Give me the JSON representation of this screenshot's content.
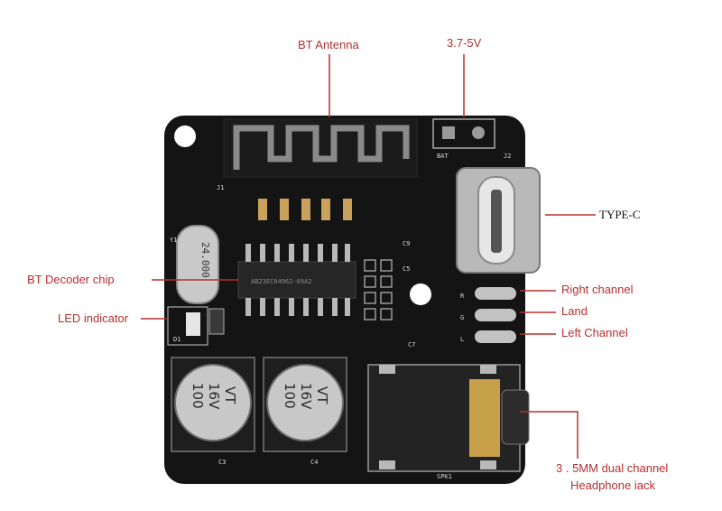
{
  "diagram": {
    "colors": {
      "label": "#b5302f",
      "type_c_label": "#111111",
      "leader": "#b5302f",
      "board": "#141414",
      "copper": "#8a8a8a"
    },
    "labels": {
      "bt_antenna": "BT Antenna",
      "power": "3.7-5V",
      "type_c": "TYPE-C",
      "bt_decoder_chip": "BT Decoder chip",
      "right_channel": "Right channel",
      "led_indicator": "LED indicator",
      "land": "Land",
      "left_channel": "Left Channel",
      "jack_line1": "3 . 5MM dual channel",
      "jack_line2": "Headphone iack"
    },
    "components": {
      "crystal_marking": "24.000",
      "cap_left": [
        "100",
        "16V",
        "VT"
      ],
      "cap_right": [
        "100",
        "16V",
        "VT"
      ],
      "chip_marking": "AB23EC04962-69A2",
      "silk": {
        "j1": "J1",
        "j2": "J2",
        "bat": "BAT",
        "y1": "Y1",
        "c9": "C9",
        "c5": "C5",
        "c7": "C7",
        "c3": "C3",
        "c4": "C4",
        "d1": "D1",
        "r": "R",
        "g": "G",
        "l": "L",
        "spk": "SPK1"
      }
    }
  }
}
